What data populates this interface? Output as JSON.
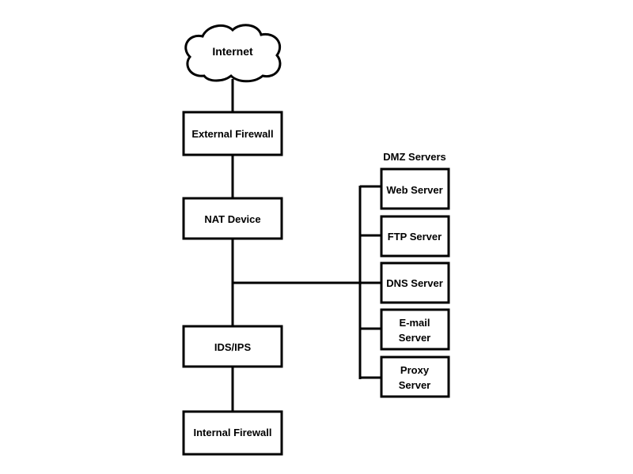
{
  "diagram": {
    "internet": "Internet",
    "external_firewall": "External Firewall",
    "nat_device": "NAT Device",
    "ids_ips": "IDS/IPS",
    "internal_firewall": "Internal Firewall",
    "dmz_title": "DMZ Servers",
    "dmz_servers": [
      {
        "line1": "Web Server",
        "line2": ""
      },
      {
        "line1": "FTP Server",
        "line2": ""
      },
      {
        "line1": "DNS Server",
        "line2": ""
      },
      {
        "line1": "E-mail",
        "line2": "Server"
      },
      {
        "line1": "Proxy",
        "line2": "Server"
      }
    ],
    "line_color": "#000000",
    "box_fill": "#ffffff"
  }
}
